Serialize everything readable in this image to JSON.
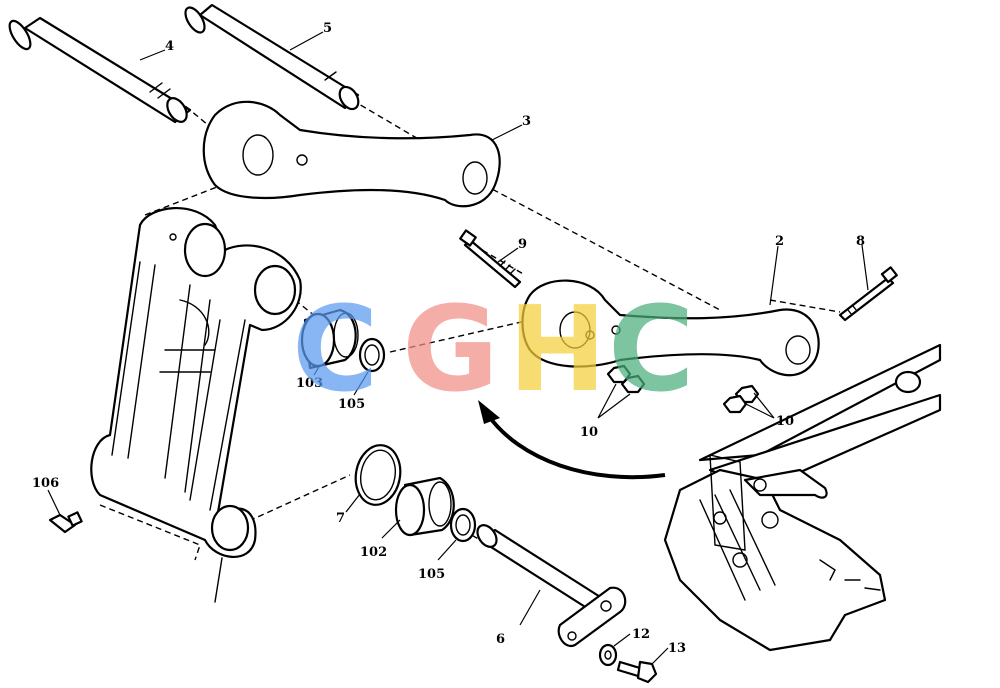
{
  "callouts": {
    "c4": "4",
    "c5": "5",
    "c3": "3",
    "c9": "9",
    "c2": "2",
    "c8": "8",
    "c103": "103",
    "c105a": "105",
    "c10a": "10",
    "c10b": "10",
    "c106": "106",
    "c7": "7",
    "c102": "102",
    "c105b": "105",
    "c6": "6",
    "c12": "12",
    "c13": "13"
  },
  "watermark": {
    "letters": [
      "C",
      "G",
      "H",
      "C"
    ],
    "colors": [
      "#5b9bf2",
      "#f08f86",
      "#f5cf3b",
      "#4cae7c"
    ]
  }
}
